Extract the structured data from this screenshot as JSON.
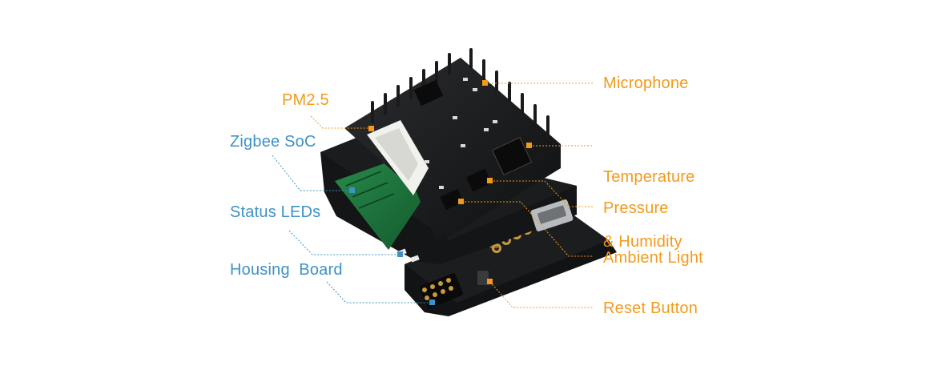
{
  "colors": {
    "orange": "#f39a1e",
    "blue": "#3d92c7",
    "background": "#ffffff",
    "pcb_black": "#17181a",
    "zigbee_module_green": "#1f7a3e"
  },
  "labels": {
    "pm25": "PM2.5",
    "zigbee_soc": "Zigbee SoC",
    "status_leds": "Status LEDs",
    "housing_board": "Housing  Board",
    "microphone": "Microphone",
    "temperature_humidity": [
      "Temperature",
      "& Humidity"
    ],
    "pressure": "Pressure",
    "ambient_light": "Ambient Light",
    "reset_button": "Reset Button"
  }
}
